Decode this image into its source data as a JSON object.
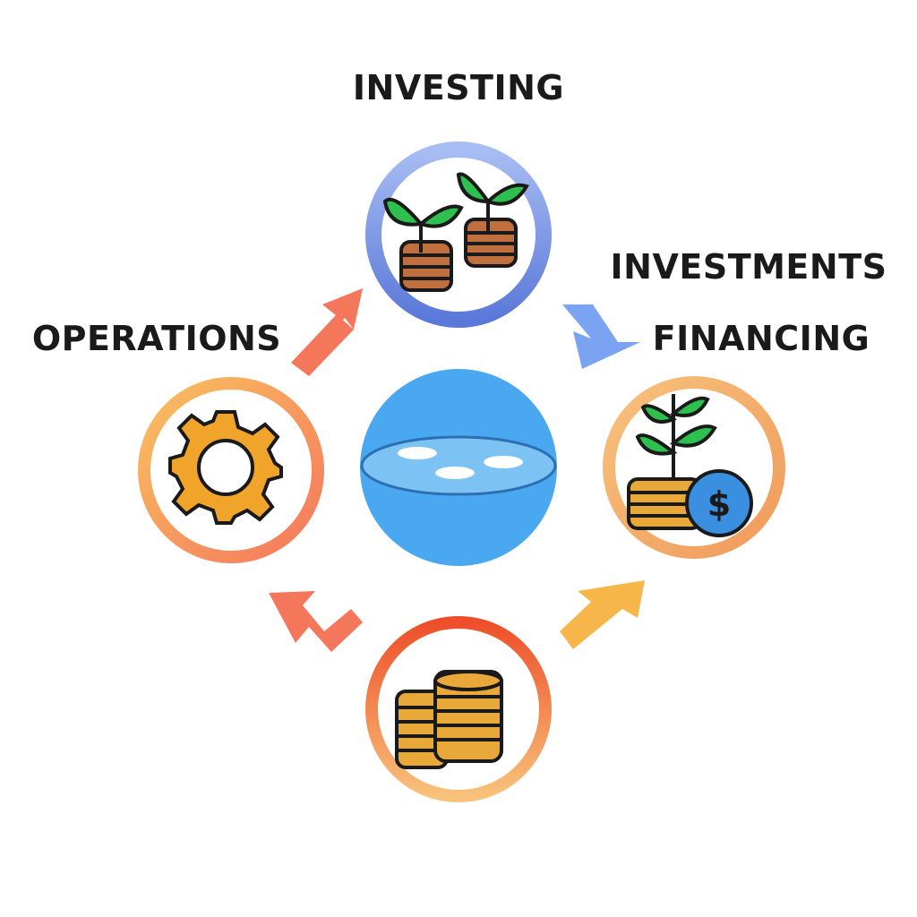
{
  "labels": {
    "investing": "INVESTING",
    "investments": "INVESTMENTS",
    "financing": "FINANCING",
    "operations": "OPERATIONS"
  },
  "icons": {
    "top": "sprouting-coins-icon",
    "left": "gear-icon",
    "right": "plant-coins-dollar-icon",
    "bottom": "coin-stacks-icon",
    "center": "pool-coins-icon"
  },
  "colors": {
    "investing_ring": "#7b95e6",
    "operations_ring": "#f7a356",
    "financing_ring": "#f5b36b",
    "bottom_ring": "#f0703f",
    "center": "#4aa8f0",
    "arrow_red": "#f4775c",
    "arrow_blue": "#7aa4f2",
    "arrow_orange": "#f7b64a"
  }
}
